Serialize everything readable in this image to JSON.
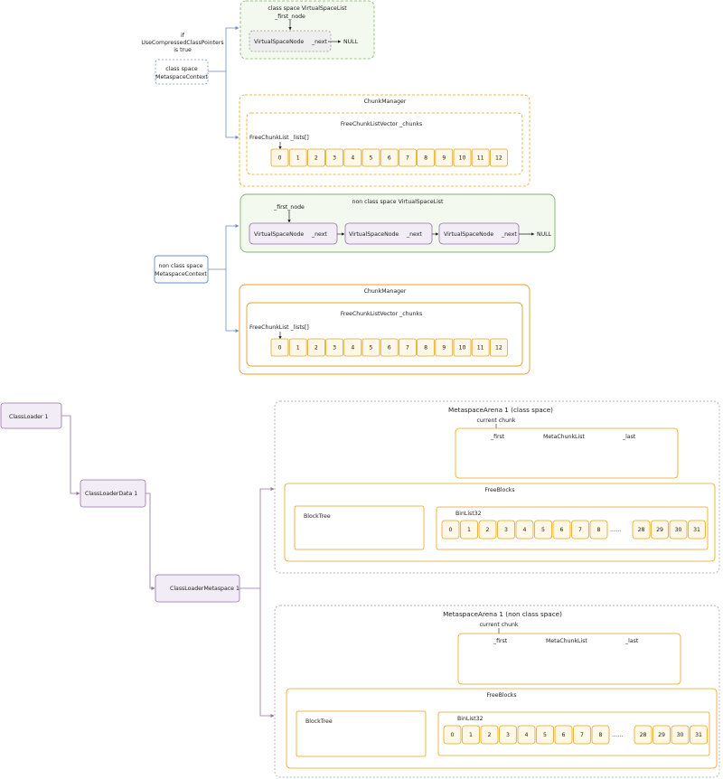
{
  "top": {
    "condition_label": [
      "if",
      "UseCompressedClassPointers",
      "is true"
    ],
    "class_context_label": [
      "class space",
      "MetaspaceContext"
    ],
    "class_vslist": {
      "title": "class space VirtualSpaceList",
      "first_node": "_first_node",
      "node": "VirtualSpaceNode",
      "next": "_next",
      "null": "NULL"
    },
    "class_chunkmanager": {
      "title": "ChunkManager",
      "vector": "FreeChunkListVector _chunks",
      "lists": "FreeChunkList _lists[]",
      "cells": [
        "0",
        "1",
        "2",
        "3",
        "4",
        "5",
        "6",
        "7",
        "8",
        "9",
        "10",
        "11",
        "12"
      ]
    },
    "nonclass_context_label": [
      "non class space",
      "MetaspaceContext"
    ],
    "nonclass_vslist": {
      "title": "non class space VirtualSpaceList",
      "first_node": "_first_node",
      "nodes": [
        "VirtualSpaceNode",
        "VirtualSpaceNode",
        "VirtualSpaceNode"
      ],
      "next": "_next",
      "null": "NULL"
    },
    "nonclass_chunkmanager": {
      "title": "ChunkManager",
      "vector": "FreeChunkListVector _chunks",
      "lists": "FreeChunkList _lists[]",
      "cells": [
        "0",
        "1",
        "2",
        "3",
        "4",
        "5",
        "6",
        "7",
        "8",
        "9",
        "10",
        "11",
        "12"
      ]
    }
  },
  "bottom": {
    "classloader": "ClassLoader 1",
    "classloaderdata": "ClassLoaderData 1",
    "classloadermetaspace": "ClassLoaderMetaspace 1",
    "arenas": [
      {
        "title": "MetaspaceArena 1 (class space)",
        "current_chunk": "current chunk",
        "first": "_first",
        "chunklist": "MetaChunkList",
        "last": "_last",
        "freeblocks": "FreeBlocks",
        "blocktree": "BlockTree",
        "binlist": "BinList32",
        "bins": [
          "0",
          "1",
          "2",
          "3",
          "4",
          "5",
          "6",
          "7",
          "8"
        ],
        "ellipsis": "……",
        "bins_tail": [
          "28",
          "29",
          "30",
          "31"
        ]
      },
      {
        "title": "MetaspaceArena 1 (non class space)",
        "current_chunk": "current chunk",
        "first": "_first",
        "chunklist": "MetaChunkList",
        "last": "_last",
        "freeblocks": "FreeBlocks",
        "blocktree": "BlockTree",
        "binlist": "BinList32",
        "bins": [
          "0",
          "1",
          "2",
          "3",
          "4",
          "5",
          "6",
          "7",
          "8"
        ],
        "ellipsis": "……",
        "bins_tail": [
          "28",
          "29",
          "30",
          "31"
        ]
      }
    ]
  },
  "colors": {
    "green": "#82b366",
    "green_fill": "#f3f9ee",
    "orange": "#e8a317",
    "orange_fill": "#fff8e6",
    "blue": "#6c8ebf",
    "purple": "#9673a6",
    "purple_fill": "#f1ecf6",
    "gray": "#9a9a9a"
  }
}
